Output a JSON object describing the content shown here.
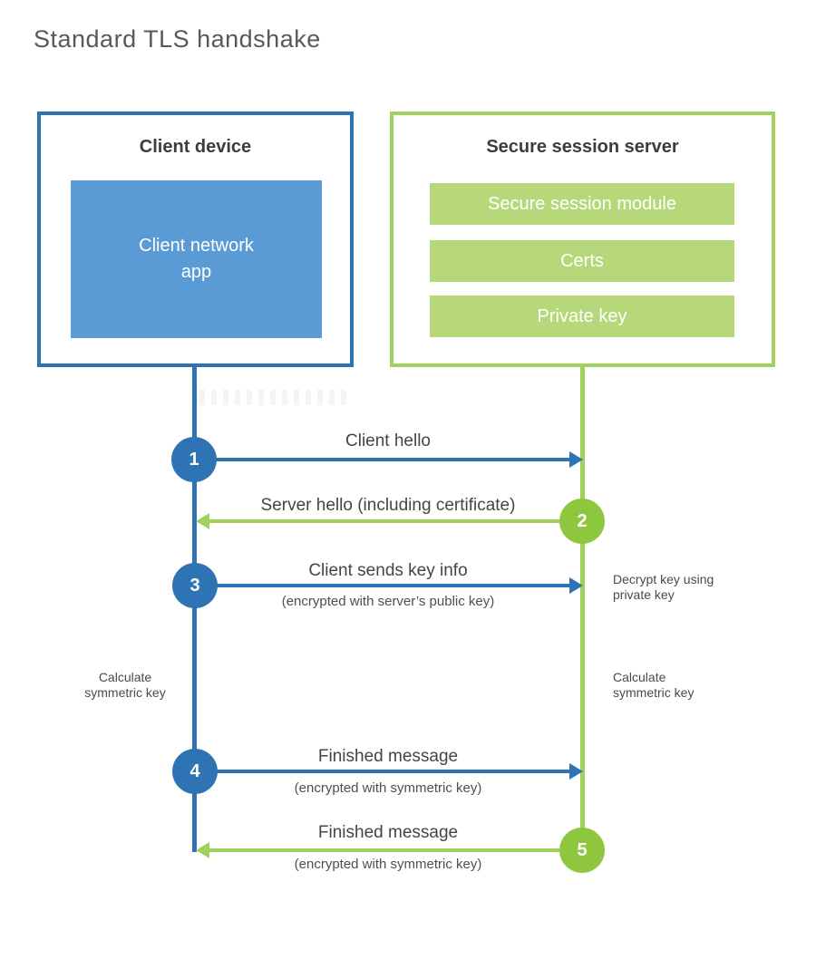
{
  "title": "Standard TLS handshake",
  "client": {
    "title": "Client device",
    "app": "Client network\napp"
  },
  "server": {
    "title": "Secure session server",
    "modules": [
      "Secure session module",
      "Certs",
      "Private key"
    ]
  },
  "steps": [
    {
      "num": "1",
      "label": "Client hello",
      "sub": "",
      "direction": "client-to-server",
      "color": "#2e74b5"
    },
    {
      "num": "2",
      "label": "Server hello (including certificate)",
      "sub": "",
      "direction": "server-to-client",
      "color": "#8ec73e"
    },
    {
      "num": "3",
      "label": "Client sends key info",
      "sub": "(encrypted with server’s public key)",
      "direction": "client-to-server",
      "color": "#2e74b5"
    },
    {
      "num": "4",
      "label": "Finished message",
      "sub": "(encrypted with symmetric key)",
      "direction": "client-to-server",
      "color": "#2e74b5"
    },
    {
      "num": "5",
      "label": "Finished message",
      "sub": "(encrypted with symmetric key)",
      "direction": "server-to-client",
      "color": "#8ec73e"
    }
  ],
  "notes": {
    "decrypt": "Decrypt key using\nprivate key",
    "calc_left": "Calculate\nsymmetric key",
    "calc_right": "Calculate\nsymmetric key"
  },
  "colors": {
    "blue": "#2e74b5",
    "blue_fill": "#5b9bd5",
    "green_stroke": "#a0d15c",
    "green_circle": "#8ec73e",
    "green_bar": "#b6d77a",
    "title_text": "#58595b",
    "label_text": "#454545"
  }
}
